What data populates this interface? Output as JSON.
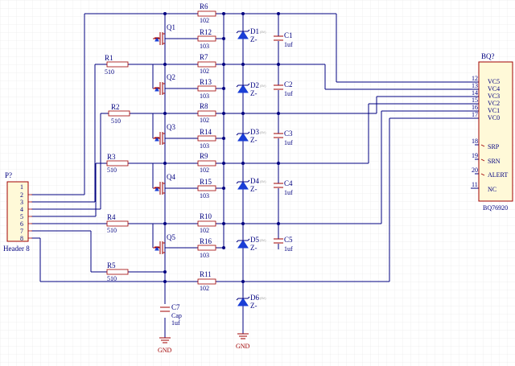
{
  "colors": {
    "wire": "#000080",
    "component": "#a00000",
    "zener": "#1a3ed6",
    "ic_fill": "#fff9d8",
    "grid": "#e6e6e6"
  },
  "header": {
    "designator": "P?",
    "name": "Header 8",
    "pins": [
      "1",
      "2",
      "3",
      "4",
      "5",
      "6",
      "7",
      "8"
    ]
  },
  "chip": {
    "designator": "BQ?",
    "part": "BQ76920",
    "pins": [
      {
        "num": "12",
        "name": "VC5"
      },
      {
        "num": "13",
        "name": "VC4"
      },
      {
        "num": "14",
        "name": "VC3"
      },
      {
        "num": "15",
        "name": "VC2"
      },
      {
        "num": "16",
        "name": "VC1"
      },
      {
        "num": "17",
        "name": "VC0"
      },
      {
        "num": "18",
        "name": "SRP"
      },
      {
        "num": "19",
        "name": "SRN"
      },
      {
        "num": "20",
        "name": "ALERT"
      },
      {
        "num": "11",
        "name": "NC"
      }
    ]
  },
  "left_resistors": [
    {
      "ref": "R1",
      "value": "510"
    },
    {
      "ref": "R2",
      "value": "510"
    },
    {
      "ref": "R3",
      "value": "510"
    },
    {
      "ref": "R4",
      "value": "510"
    },
    {
      "ref": "R5",
      "value": "510"
    }
  ],
  "mosfets": [
    "Q1",
    "Q2",
    "Q3",
    "Q4",
    "Q5"
  ],
  "series_resistors": [
    {
      "ref": "R6",
      "value": "102"
    },
    {
      "ref": "R7",
      "value": "102"
    },
    {
      "ref": "R8",
      "value": "102"
    },
    {
      "ref": "R9",
      "value": "102"
    },
    {
      "ref": "R10",
      "value": "102"
    },
    {
      "ref": "R11",
      "value": "102"
    }
  ],
  "balance_resistors": [
    {
      "ref": "R12",
      "value": "103"
    },
    {
      "ref": "R13",
      "value": "103"
    },
    {
      "ref": "R14",
      "value": "103"
    },
    {
      "ref": "R15",
      "value": "103"
    },
    {
      "ref": "R16",
      "value": "103"
    }
  ],
  "diodes": [
    {
      "ref": "D1",
      "value": "Z-"
    },
    {
      "ref": "D2",
      "value": "Z-"
    },
    {
      "ref": "D3",
      "value": "Z-"
    },
    {
      "ref": "D4",
      "value": "Z-"
    },
    {
      "ref": "D5",
      "value": "Z-"
    },
    {
      "ref": "D6",
      "value": "Z-"
    }
  ],
  "diode_tag": "(5V)",
  "capacitors": [
    {
      "ref": "C1",
      "value": "1uf"
    },
    {
      "ref": "C2",
      "value": "1uf"
    },
    {
      "ref": "C3",
      "value": "1uf"
    },
    {
      "ref": "C4",
      "value": "1uf"
    },
    {
      "ref": "C5",
      "value": "1uf"
    }
  ],
  "c7": {
    "ref": "C7",
    "type": "Cap",
    "value": "1uf"
  },
  "gnd_label": "GND"
}
